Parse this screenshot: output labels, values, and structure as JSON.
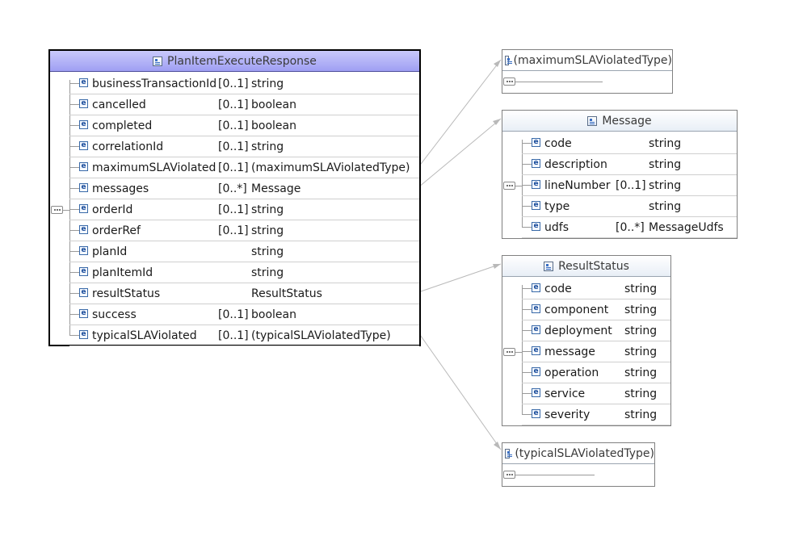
{
  "main": {
    "title": "PlanItemExecuteResponse",
    "rows": [
      {
        "name": "businessTransactionId",
        "card": "[0..1]",
        "type": "string"
      },
      {
        "name": "cancelled",
        "card": "[0..1]",
        "type": "boolean"
      },
      {
        "name": "completed",
        "card": "[0..1]",
        "type": "boolean"
      },
      {
        "name": "correlationId",
        "card": "[0..1]",
        "type": "string"
      },
      {
        "name": "maximumSLAViolated",
        "card": "[0..1]",
        "type": "(maximumSLAViolatedType)"
      },
      {
        "name": "messages",
        "card": "[0..*]",
        "type": "Message"
      },
      {
        "name": "orderId",
        "card": "[0..1]",
        "type": "string"
      },
      {
        "name": "orderRef",
        "card": "[0..1]",
        "type": "string"
      },
      {
        "name": "planId",
        "card": "",
        "type": "string"
      },
      {
        "name": "planItemId",
        "card": "",
        "type": "string"
      },
      {
        "name": "resultStatus",
        "card": "",
        "type": "ResultStatus"
      },
      {
        "name": "success",
        "card": "[0..1]",
        "type": "boolean"
      },
      {
        "name": "typicalSLAViolated",
        "card": "[0..1]",
        "type": "(typicalSLAViolatedType)"
      }
    ]
  },
  "maximumSLAViolatedType": {
    "title": "(maximumSLAViolatedType)"
  },
  "message": {
    "title": "Message",
    "rows": [
      {
        "name": "code",
        "card": "",
        "type": "string"
      },
      {
        "name": "description",
        "card": "",
        "type": "string"
      },
      {
        "name": "lineNumber",
        "card": "[0..1]",
        "type": "string"
      },
      {
        "name": "type",
        "card": "",
        "type": "string"
      },
      {
        "name": "udfs",
        "card": "[0..*]",
        "type": "MessageUdfs"
      }
    ]
  },
  "resultStatus": {
    "title": "ResultStatus",
    "rows": [
      {
        "name": "code",
        "card": "",
        "type": "string"
      },
      {
        "name": "component",
        "card": "",
        "type": "string"
      },
      {
        "name": "deployment",
        "card": "",
        "type": "string"
      },
      {
        "name": "message",
        "card": "",
        "type": "string"
      },
      {
        "name": "operation",
        "card": "",
        "type": "string"
      },
      {
        "name": "service",
        "card": "",
        "type": "string"
      },
      {
        "name": "severity",
        "card": "",
        "type": "string"
      }
    ]
  },
  "typicalSLAViolatedType": {
    "title": "(typicalSLAViolatedType)"
  },
  "icons": {
    "element": "e"
  }
}
